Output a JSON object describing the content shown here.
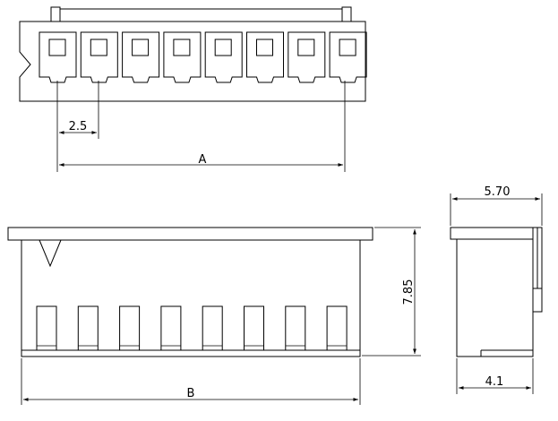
{
  "dimensions": {
    "pitch": "2.5",
    "a": "A",
    "b": "B",
    "height": "7.85",
    "depth": "5.70",
    "base_depth": "4.1"
  },
  "connector": {
    "positions": 8
  }
}
